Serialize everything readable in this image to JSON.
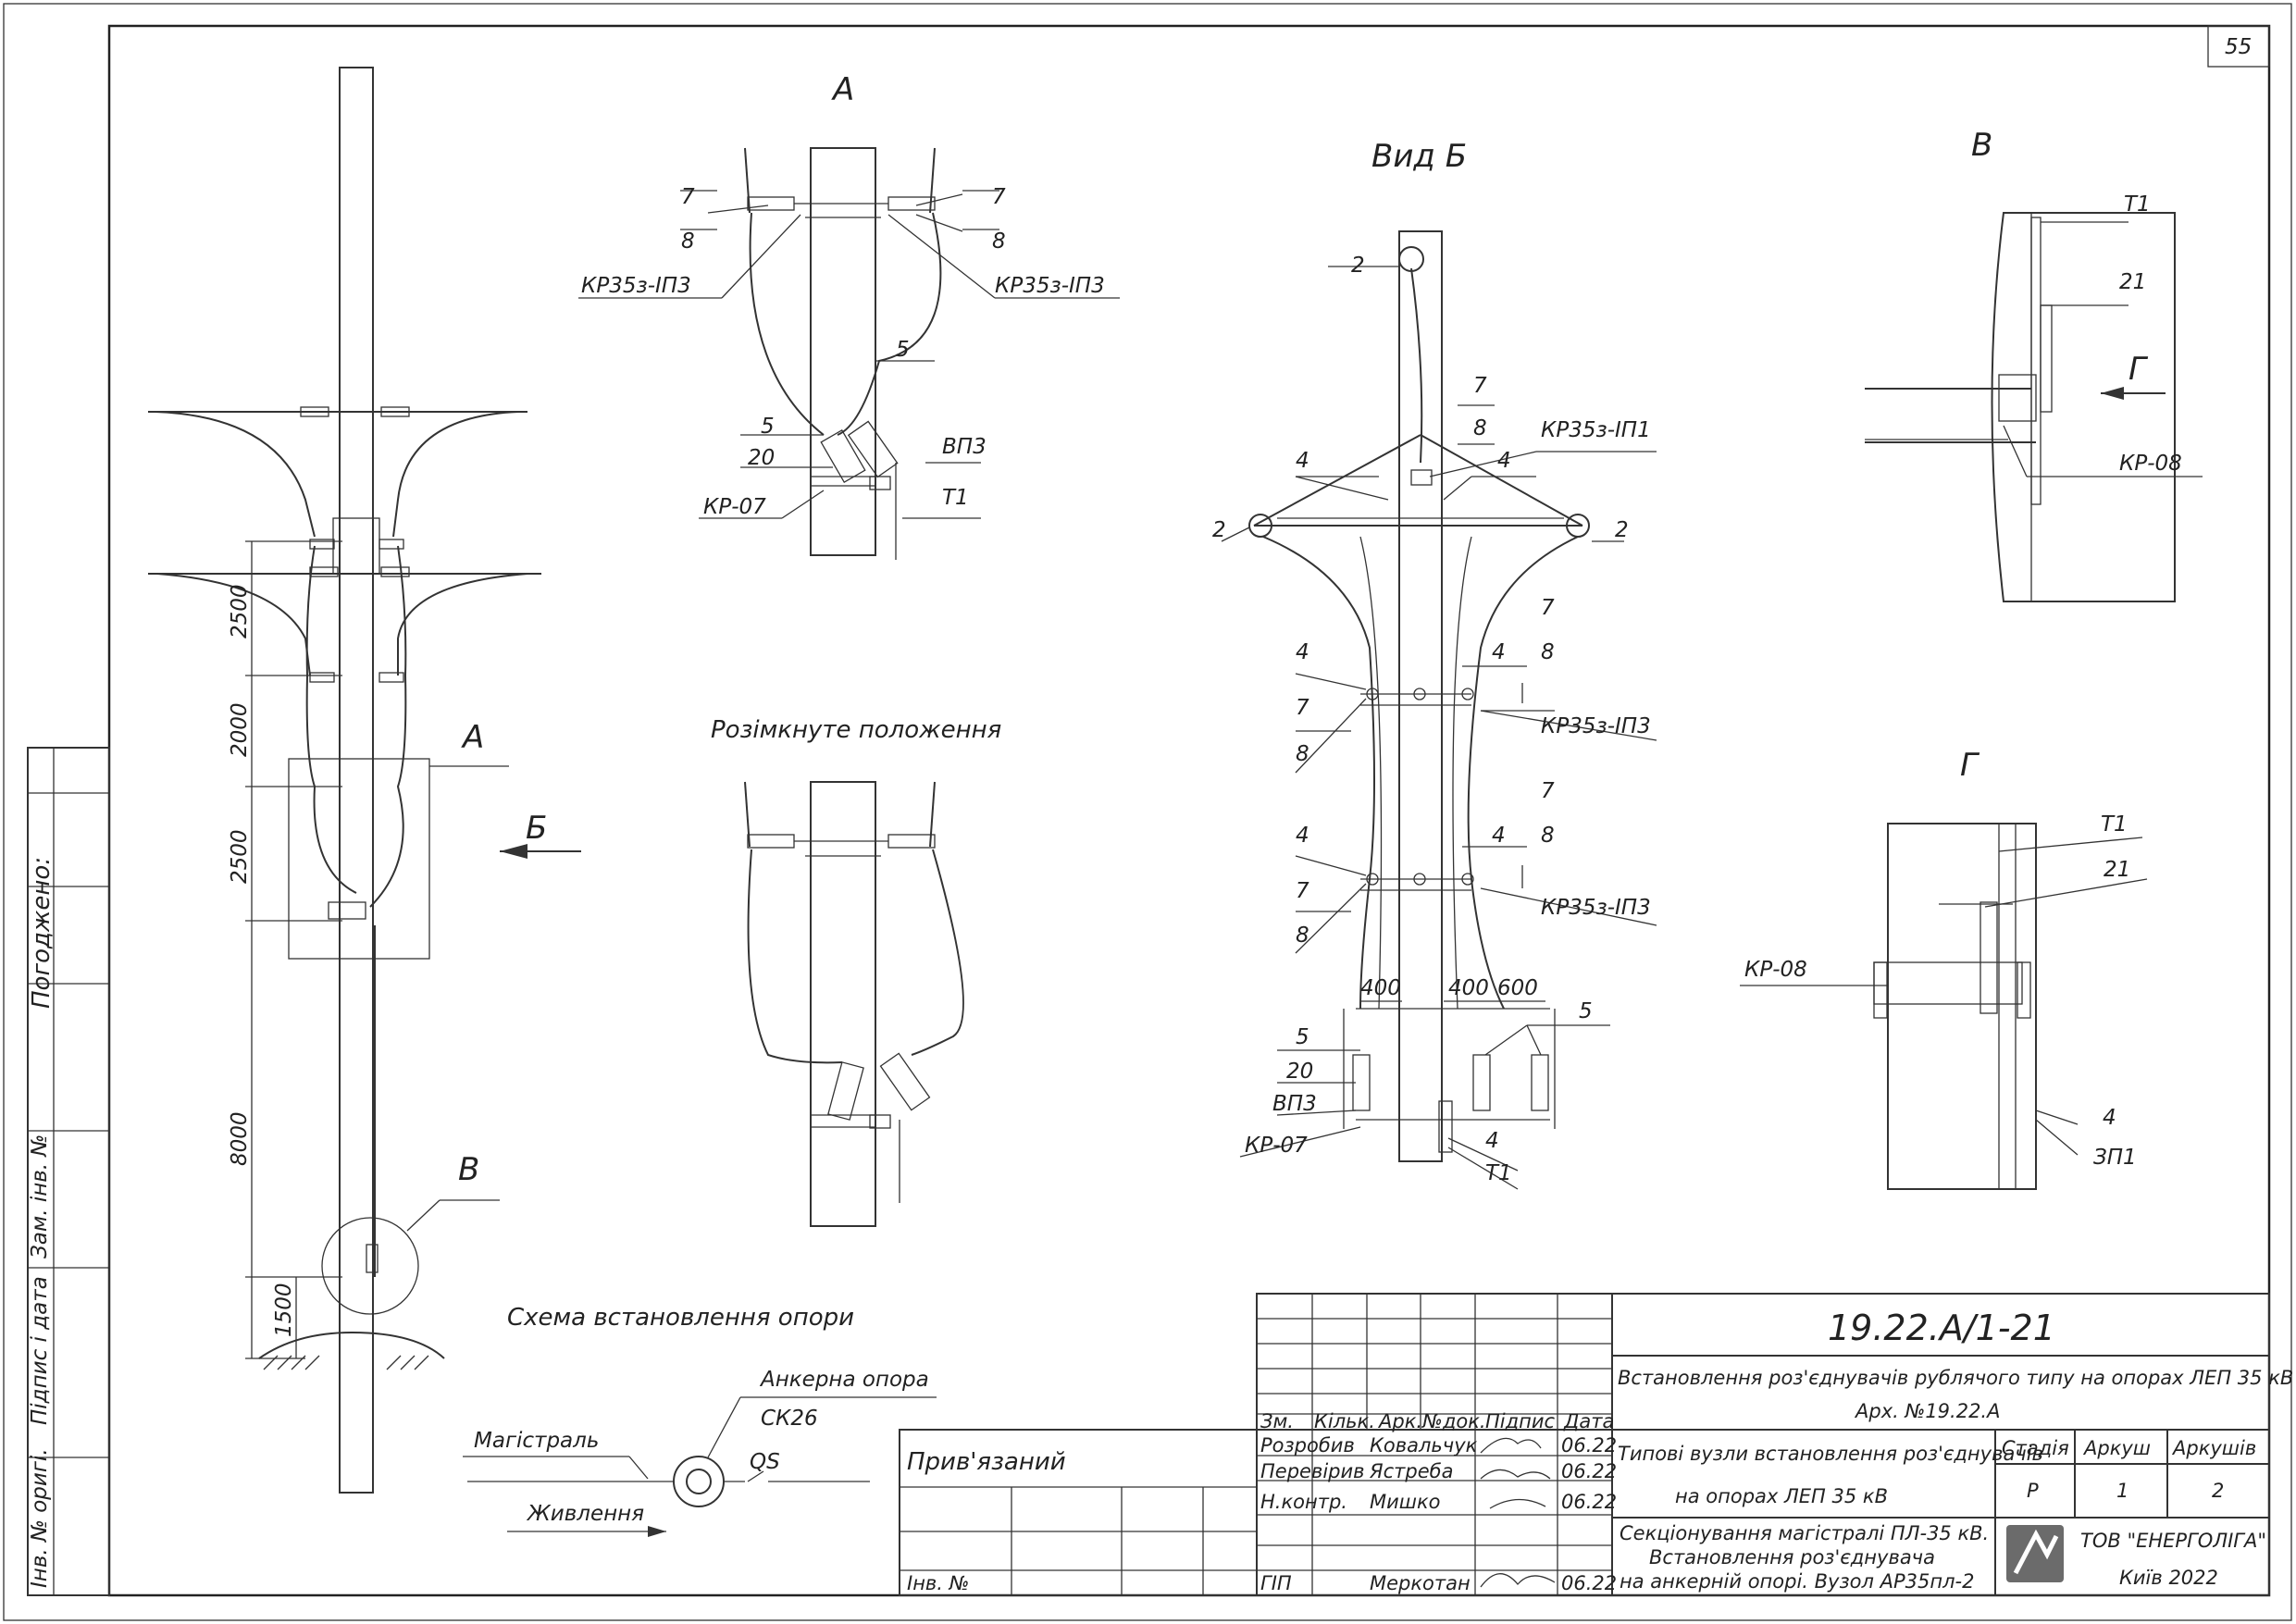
{
  "sheet_number": "55",
  "views": {
    "a_title": "А",
    "b_title": "Вид Б",
    "v_title": "В",
    "g_title": "Г",
    "open_position": "Розімкнуте положення",
    "scheme_title": "Схема встановлення опори"
  },
  "pole_view": {
    "dims": [
      "2500",
      "2000",
      "2500",
      "8000",
      "1500"
    ],
    "callout_a": "А",
    "callout_b": "Б",
    "callout_v": "В"
  },
  "view_a_labels": [
    "7",
    "8",
    "7",
    "8",
    "КР35з-ІП3",
    "КР35з-ІП3",
    "5",
    "5",
    "20",
    "ВП3",
    "КР-07",
    "Т1"
  ],
  "view_b_labels": [
    "2",
    "7",
    "8",
    "КР35з-ІП1",
    "4",
    "4",
    "2",
    "2",
    "7",
    "4",
    "4",
    "8",
    "7",
    "8",
    "КР35з-ІП3",
    "7",
    "4",
    "4",
    "8",
    "7",
    "8",
    "КР35з-ІП3",
    "400",
    "400",
    "600",
    "5",
    "5",
    "20",
    "ВП3",
    "КР-07",
    "4",
    "Т1"
  ],
  "view_v_labels": [
    "Т1",
    "21",
    "Г",
    "КР-08"
  ],
  "view_g_labels": [
    "Т1",
    "21",
    "КР-08",
    "4",
    "ЗП1"
  ],
  "scheme": {
    "anchor_label": "Анкерна опора",
    "pole_type": "СК26",
    "main_line": "Магістраль",
    "feed_line": "Живлення",
    "switch": "QS"
  },
  "side_stamp": {
    "agreed": "Погоджено:",
    "replaced": "Зам. інв. №",
    "signature_date": "Підпис і дата",
    "orig_inv": "Інв. № оригі."
  },
  "title_block": {
    "doc_code": "19.22.А/1-21",
    "project_title": "Встановлення роз'єднувачів рублячого типу на опорах ЛЕП 35 кВ",
    "archive_no": "Арх. №19.22.А",
    "header_cols": [
      "Зм.",
      "Кільк.",
      "Арк.",
      "№док.",
      "Підпис",
      "Дата"
    ],
    "staff": [
      {
        "role": "Розробив",
        "name": "Ковальчук",
        "date": "06.22"
      },
      {
        "role": "Перевірив",
        "name": "Ястреба",
        "date": "06.22"
      },
      {
        "role": "Н.контр.",
        "name": "Мишко",
        "date": "06.22"
      },
      {
        "role": "ГІП",
        "name": "Меркотан",
        "date": "06.22"
      }
    ],
    "tied": "Прив'язаний",
    "inv_no": "Інв. №",
    "nodes_title_1": "Типові вузли встановлення роз'єднувачів",
    "nodes_title_2": "на опорах ЛЕП 35 кВ",
    "stage_header": "Стадія",
    "sheet_header": "Аркуш",
    "sheets_header": "Аркушів",
    "stage": "Р",
    "sheet": "1",
    "sheets": "2",
    "sheet_desc_1": "Секціонування магістралі ПЛ-35 кВ.",
    "sheet_desc_2": "Встановлення роз'єднувача",
    "sheet_desc_3": "на анкерній опорі. Вузол АР35пл-2",
    "company": "ТОВ \"ЕНЕРГОЛІГА\"",
    "city_year": "Київ 2022"
  }
}
